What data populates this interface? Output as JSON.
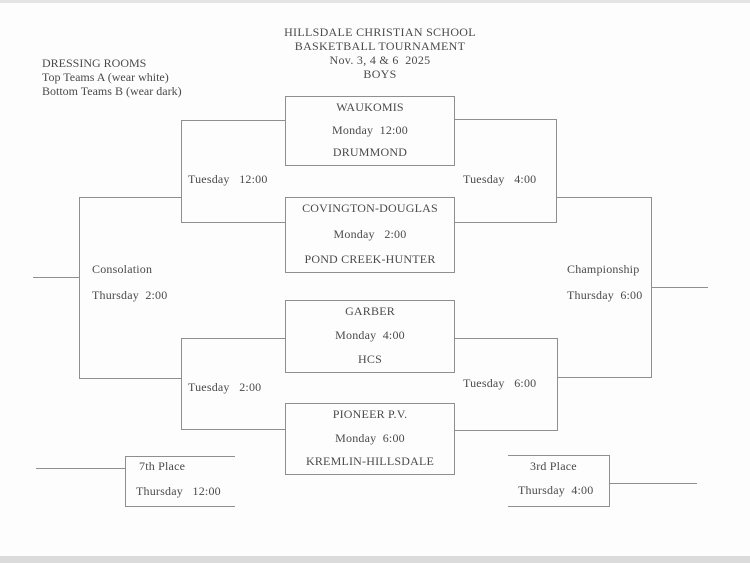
{
  "title": {
    "line1": "HILLSDALE CHRISTIAN SCHOOL",
    "line2": "BASKETBALL TOURNAMENT",
    "line3": "Nov. 3, 4 & 6  2025",
    "line4": "BOYS"
  },
  "dressing_rooms": {
    "heading": "DRESSING ROOMS",
    "line1": "Top Teams A (wear white)",
    "line2": "Bottom Teams B (wear dark)"
  },
  "games": [
    {
      "top_team": "WAUKOMIS",
      "schedule": "Monday  12:00",
      "bottom_team": "DRUMMOND"
    },
    {
      "top_team": "COVINGTON-DOUGLAS",
      "schedule": "Monday   2:00",
      "bottom_team": "POND CREEK-HUNTER"
    },
    {
      "top_team": "GARBER",
      "schedule": "Monday  4:00",
      "bottom_team": "HCS"
    },
    {
      "top_team": "PIONEER P.V.",
      "schedule": "Monday  6:00",
      "bottom_team": "KREMLIN-HILLSDALE"
    }
  ],
  "rounds": {
    "left_semi_top": "Tuesday   12:00",
    "left_semi_bottom": "Tuesday   2:00",
    "right_semi_top": "Tuesday   4:00",
    "right_semi_bottom": "Tuesday   6:00",
    "consolation": {
      "label": "Consolation",
      "time": "Thursday  2:00"
    },
    "championship": {
      "label": "Championship",
      "time": "Thursday  6:00"
    },
    "seventh_place": {
      "label": "7th Place",
      "time": "Thursday   12:00"
    },
    "third_place": {
      "label": "3rd Place",
      "time": "Thursday  4:00"
    }
  },
  "colors": {
    "ink": "#4a4a4a",
    "line": "#8f8f8f",
    "background": "#fdfdfd"
  }
}
